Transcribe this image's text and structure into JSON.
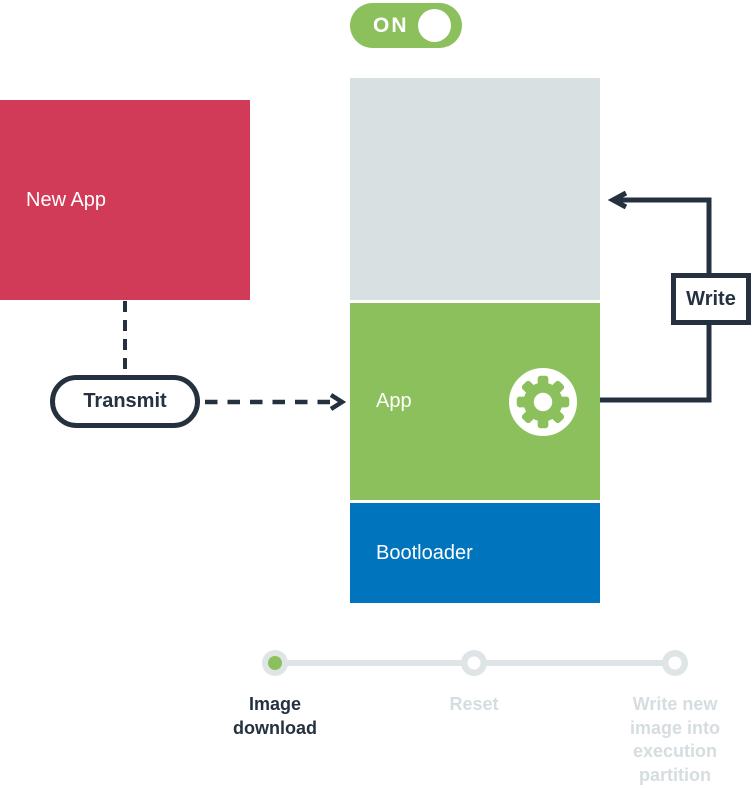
{
  "colors": {
    "green": "#8cc05c",
    "red": "#d23b57",
    "blue": "#0074bd",
    "navy": "#25313f",
    "memory_free_gray": "#d9e0e2",
    "stepper_gray": "#dfe5e7",
    "inactive_label": "#d6dde0",
    "white": "#ffffff"
  },
  "toggle": {
    "label": "ON",
    "state": "on"
  },
  "diagram": {
    "new_app": {
      "label": "New App"
    },
    "transmit": {
      "label": "Transmit"
    },
    "memory": {
      "free": {
        "label": ""
      },
      "app": {
        "label": "App",
        "icon": "gear-icon"
      },
      "bootloader": {
        "label": "Bootloader"
      }
    },
    "write": {
      "label": "Write"
    }
  },
  "stepper": {
    "steps": [
      {
        "label": "Image download",
        "state": "active",
        "dot_color": "#8cc05c"
      },
      {
        "label": "Reset",
        "state": "inactive",
        "dot_color": "#ffffff"
      },
      {
        "label": "Write new image into execution partition",
        "state": "inactive",
        "dot_color": "#ffffff"
      }
    ]
  }
}
